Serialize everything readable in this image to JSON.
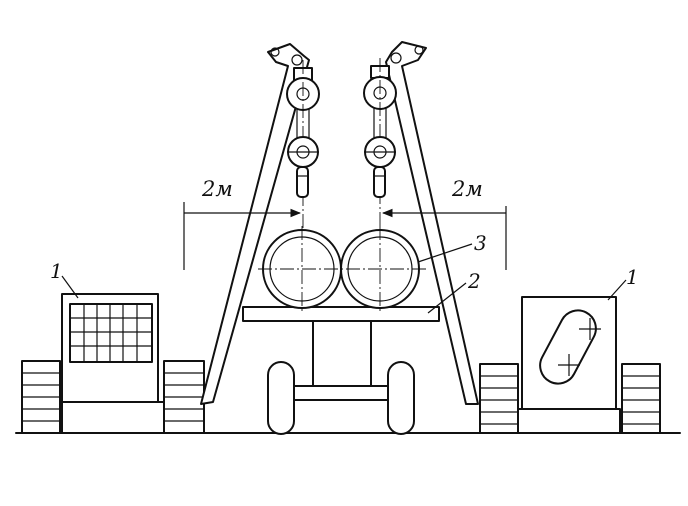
{
  "labels": {
    "part_1_left": "1",
    "part_1_right": "1",
    "part_2": "2",
    "part_3": "3"
  },
  "dimensions": {
    "left": "2м",
    "right": "2м"
  }
}
